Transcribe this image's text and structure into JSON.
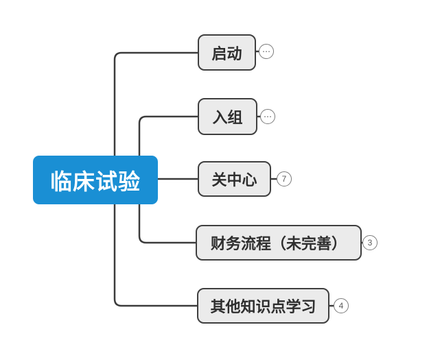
{
  "diagram": {
    "type": "mindmap",
    "root": {
      "label": "临床试验"
    },
    "children": [
      {
        "label": "启动",
        "badge": "⋯"
      },
      {
        "label": "入组",
        "badge": "⋯"
      },
      {
        "label": "关中心",
        "badge": "7"
      },
      {
        "label": "财务流程（未完善）",
        "badge": "3"
      },
      {
        "label": "其他知识点学习",
        "badge": "4"
      }
    ],
    "colors": {
      "root_fill": "#1a8fd4",
      "root_text": "#ffffff",
      "child_fill": "#ebebeb",
      "child_border": "#3f3f3f",
      "child_text": "#2e2e2e",
      "connector": "#3b3b3b",
      "badge_border": "#7a7a7a",
      "badge_text": "#5a5a5a",
      "background": "#ffffff"
    }
  }
}
